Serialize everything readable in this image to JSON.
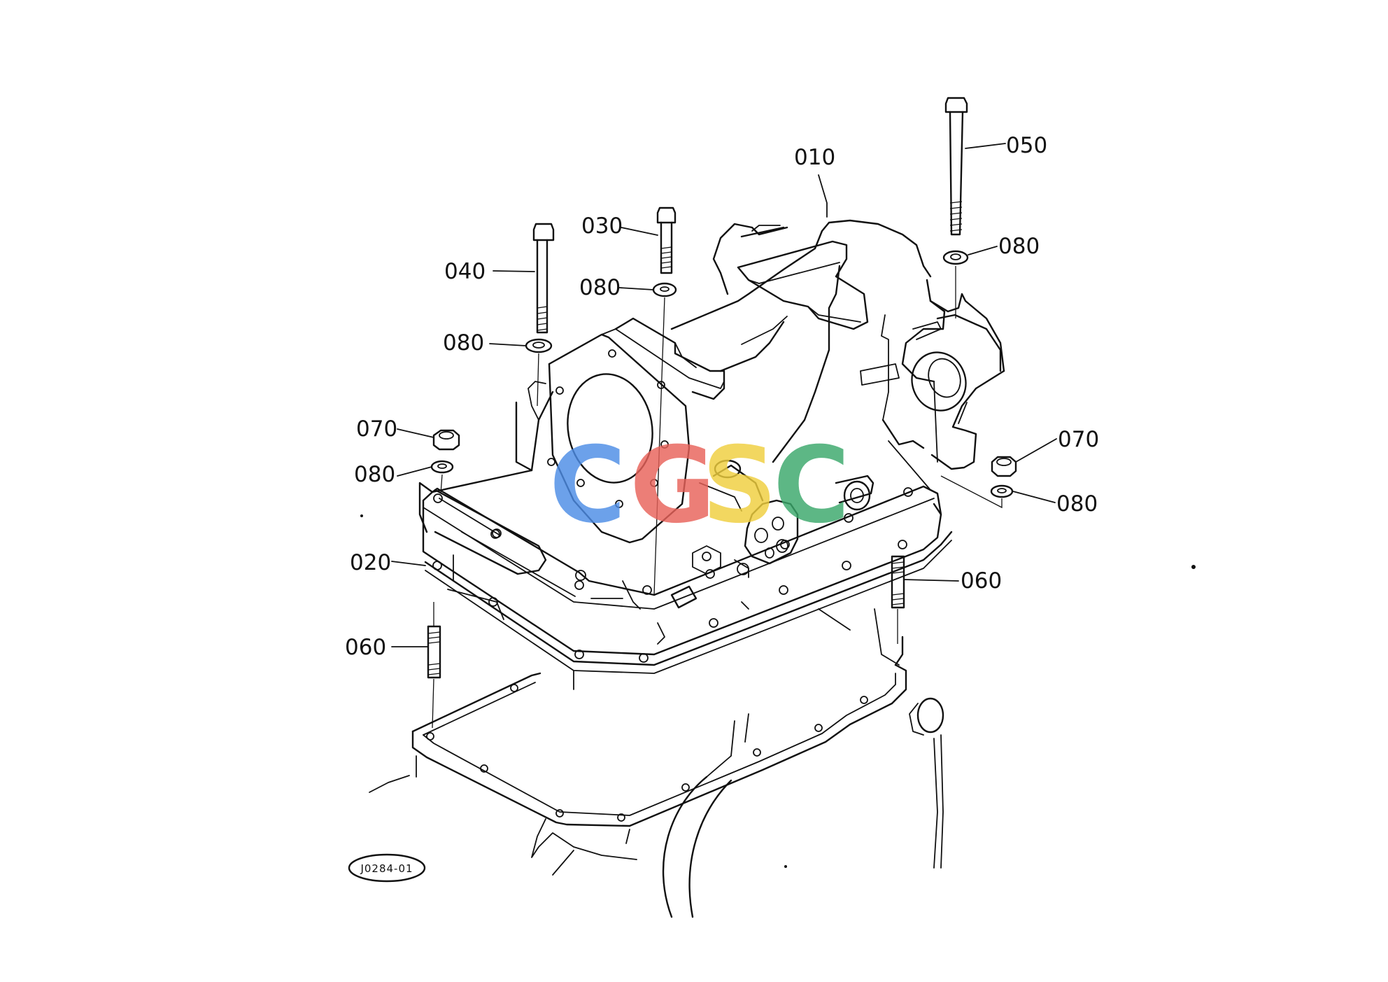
{
  "diagram": {
    "drawing_code": "J0284-01",
    "watermark": {
      "letters": [
        "C",
        "G",
        "S",
        "C"
      ],
      "colors": [
        "#4d8de6",
        "#e8625a",
        "#f0cf3e",
        "#3aa86b"
      ]
    },
    "callouts": [
      {
        "id": "010",
        "label": "010"
      },
      {
        "id": "050",
        "label": "050"
      },
      {
        "id": "030",
        "label": "030"
      },
      {
        "id": "080a",
        "label": "080"
      },
      {
        "id": "040",
        "label": "040"
      },
      {
        "id": "080b",
        "label": "080"
      },
      {
        "id": "080c",
        "label": "080"
      },
      {
        "id": "070a",
        "label": "070"
      },
      {
        "id": "080d",
        "label": "080"
      },
      {
        "id": "070b",
        "label": "070"
      },
      {
        "id": "080e",
        "label": "080"
      },
      {
        "id": "020",
        "label": "020"
      },
      {
        "id": "060a",
        "label": "060"
      },
      {
        "id": "060b",
        "label": "060"
      }
    ]
  }
}
